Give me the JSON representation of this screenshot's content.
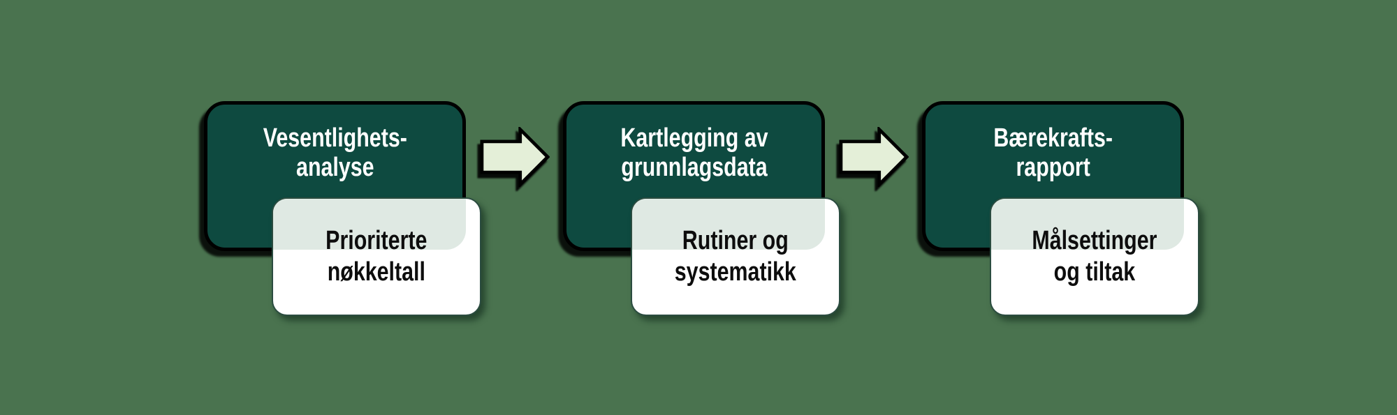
{
  "diagram": {
    "type": "process-flow",
    "direction": "left-to-right",
    "background_color": "#4a734f"
  },
  "colors": {
    "step_box_fill": "#0e4a40",
    "step_box_outline": "#000000",
    "step_title_text": "#ffffff",
    "card_fill": "#ffffff",
    "card_tint": "#dfe9e3",
    "card_outline": "#2b4c40",
    "card_text": "#0d0d0d",
    "arrow_fill": "#e4efd8",
    "arrow_outline": "#000000"
  },
  "steps": [
    {
      "title": "Vesentlighets-\nanalyse",
      "card": "Prioriterte\nnøkkeltall"
    },
    {
      "title": "Kartlegging av\ngrunnlagsdata",
      "card": "Rutiner og\nsystematikk"
    },
    {
      "title": "Bærekrafts-\nrapport",
      "card": "Målsettinger\nog tiltak"
    }
  ],
  "arrows": [
    {
      "icon": "right-block-arrow-icon"
    },
    {
      "icon": "right-block-arrow-icon"
    }
  ]
}
